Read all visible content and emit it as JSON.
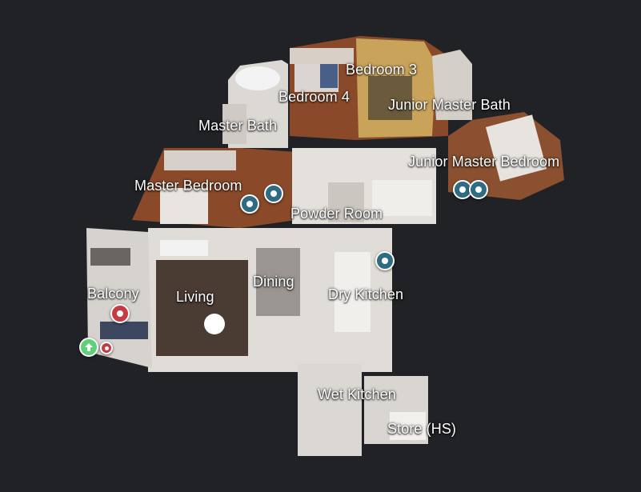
{
  "rooms": {
    "bedroom_3": "Bedroom 3",
    "bedroom_4": "Bedroom 4",
    "junior_master_bath": "Junior Master Bath",
    "master_bath": "Master Bath",
    "junior_master_bedroom": "Junior Master Bedroom",
    "master_bedroom": "Master Bedroom",
    "powder_room": "Powder Room",
    "balcony": "Balcony",
    "living": "Living",
    "dining": "Dining",
    "dry_kitchen": "Dry Kitchen",
    "wet_kitchen": "Wet Kitchen",
    "store_hs": "Store (HS)"
  },
  "colors": {
    "background": "#212226",
    "sweep_marker": "#2f6b82",
    "current_marker": "#c63a44",
    "nav_arrow": "#5fcf78"
  },
  "icons": {
    "nav": "up-arrow-icon",
    "marker": "sweep-marker-icon"
  }
}
